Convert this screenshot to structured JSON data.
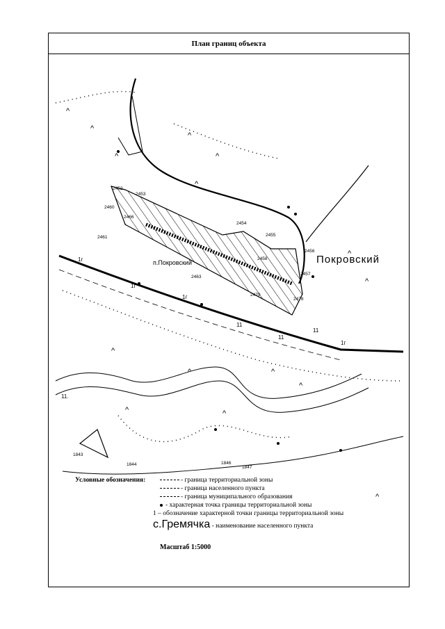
{
  "title": "План границ объекта",
  "map": {
    "place_label_main": "Покровский",
    "place_label_small": "п.Покровский",
    "point_numbers": [
      "2452",
      "2453",
      "2460",
      "2466",
      "2461",
      "2454",
      "2455",
      "2456",
      "2457",
      "2458",
      "2463",
      "2479",
      "2478",
      "1843",
      "1844",
      "1846",
      "1847"
    ],
    "zone_labels": [
      "1г",
      "1г",
      "1г",
      "11",
      "11",
      "11.",
      "1г",
      "11"
    ]
  },
  "legend": {
    "heading": "Условные обозначения:",
    "items": [
      {
        "symbol": "dash",
        "text": "- граница территориальной зоны"
      },
      {
        "symbol": "dash",
        "text": "- граница населенного пункта"
      },
      {
        "symbol": "dash",
        "text": "- граница муниципального образования"
      },
      {
        "symbol": "dot",
        "text": "- характерная точка границы территориальной зоны"
      },
      {
        "symbol": "text",
        "text": "1 – обозначение характерной точки границы территориальной зоны"
      }
    ],
    "place_example": "с.Гремячка",
    "place_example_text": "-  наименование населенного пункта"
  },
  "scale": "Масштаб 1:5000"
}
